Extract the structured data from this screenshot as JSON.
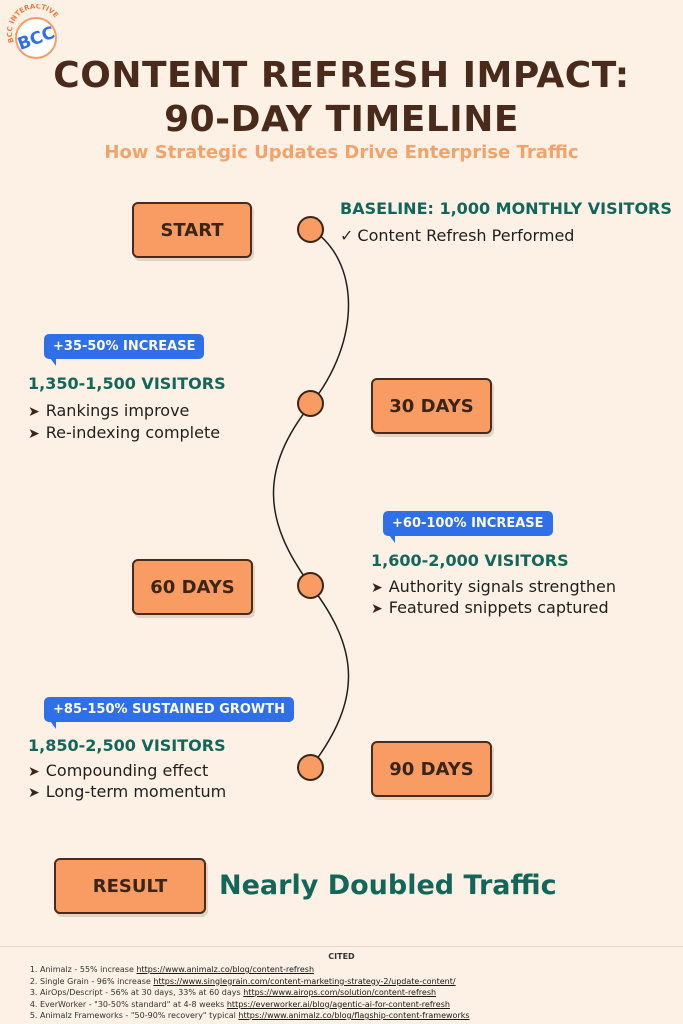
{
  "logo": {
    "text": "BCC INTERACTIVE",
    "mark": "BCC"
  },
  "title": {
    "line1": "CONTENT REFRESH IMPACT:",
    "line2": "90-DAY TIMELINE"
  },
  "subtitle": "How Strategic Updates Drive Enterprise Traffic",
  "stages": {
    "start": "START",
    "day30": "30 DAYS",
    "day60": "60 DAYS",
    "day90": "90 DAYS",
    "result": "RESULT"
  },
  "baseline": {
    "heading": "BASELINE: 1,000 MONTHLY VISITORS",
    "check": "✓",
    "note": "Content Refresh Performed"
  },
  "milestone30": {
    "badge": "+35-50% INCREASE",
    "visitors": "1,350-1,500 VISITORS",
    "bullets": [
      "Rankings improve",
      "Re-indexing complete"
    ]
  },
  "milestone60": {
    "badge": "+60-100% INCREASE",
    "visitors": "1,600-2,000 VISITORS",
    "bullets": [
      "Authority signals strengthen",
      "Featured snippets captured"
    ]
  },
  "milestone90": {
    "badge": "+85-150% SUSTAINED GROWTH",
    "visitors": "1,850-2,500 VISITORS",
    "bullets": [
      "Compounding effect",
      "Long-term momentum"
    ]
  },
  "bullet_mark": "➤",
  "result_text": "Nearly Doubled Traffic",
  "cited": {
    "title": "CITED",
    "items": [
      {
        "text": "Animalz - 55% increase ",
        "url": "https://www.animalz.co/blog/content-refresh"
      },
      {
        "text": "Single Grain - 96% increase ",
        "url": "https://www.singlegrain.com/content-marketing-strategy-2/update-content/"
      },
      {
        "text": "AirOps/Descript - 56% at 30 days, 33% at 60 days ",
        "url": "https://www.airops.com/solution/content-refresh"
      },
      {
        "text": "EverWorker - \"30-50% standard\" at 4-8 weeks ",
        "url": "https://everworker.ai/blog/agentic-ai-for-content-refresh"
      },
      {
        "text": "Animalz Frameworks - \"50-90% recovery\" typical ",
        "url": "https://www.animalz.co/blog/flagship-content-frameworks"
      }
    ]
  },
  "colors": {
    "background": "#fdf1e6",
    "title": "#4a2a1a",
    "subtitle": "#f2a36c",
    "box": "#f99c63",
    "badge": "#2f6fe8",
    "teal": "#14665a"
  }
}
